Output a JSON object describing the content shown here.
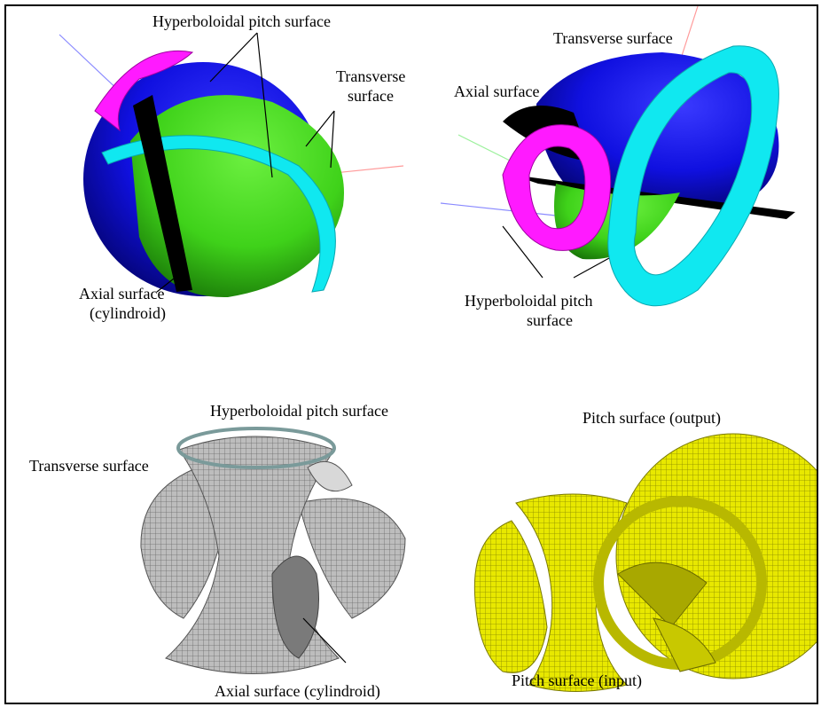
{
  "panels": {
    "top_left": {
      "label_hyperboloidal": "Hyperboloidal pitch surface",
      "label_transverse": [
        "Transverse",
        "surface"
      ],
      "label_axial": [
        "Axial surface",
        "(cylindroid)"
      ]
    },
    "top_right": {
      "label_transverse": "Transverse surface",
      "label_axial": "Axial surface",
      "label_hyperboloidal": [
        "Hyperboloidal pitch",
        "surface"
      ]
    },
    "bottom_left": {
      "label_hyperboloidal": "Hyperboloidal pitch surface",
      "label_transverse": "Transverse surface",
      "label_axial": "Axial surface (cylindroid)"
    },
    "bottom_right": {
      "label_output": "Pitch surface (output)",
      "label_input": "Pitch surface (input)"
    }
  },
  "colors": {
    "transverse_blue": "#1010e0",
    "pitch_green": "#3fd21a",
    "ring_magenta": "#ff1aff",
    "ring_cyan": "#10e8f0",
    "axial_black": "#000000",
    "mesh_gray": "#a8a8a8",
    "mesh_yellow": "#e6e600"
  }
}
